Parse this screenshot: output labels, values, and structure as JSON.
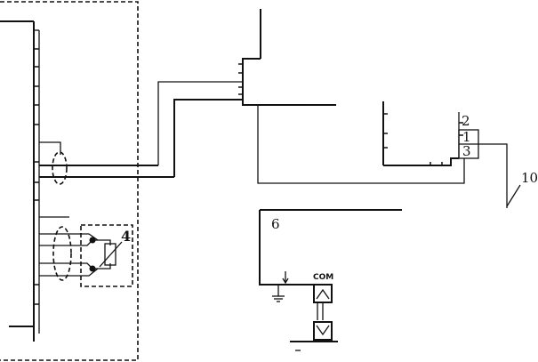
{
  "labels": {
    "sensor": "4",
    "pin_2": "2",
    "pin_1": "1",
    "pin_3": "3",
    "cable": "10",
    "box": "6",
    "com": "COM"
  }
}
